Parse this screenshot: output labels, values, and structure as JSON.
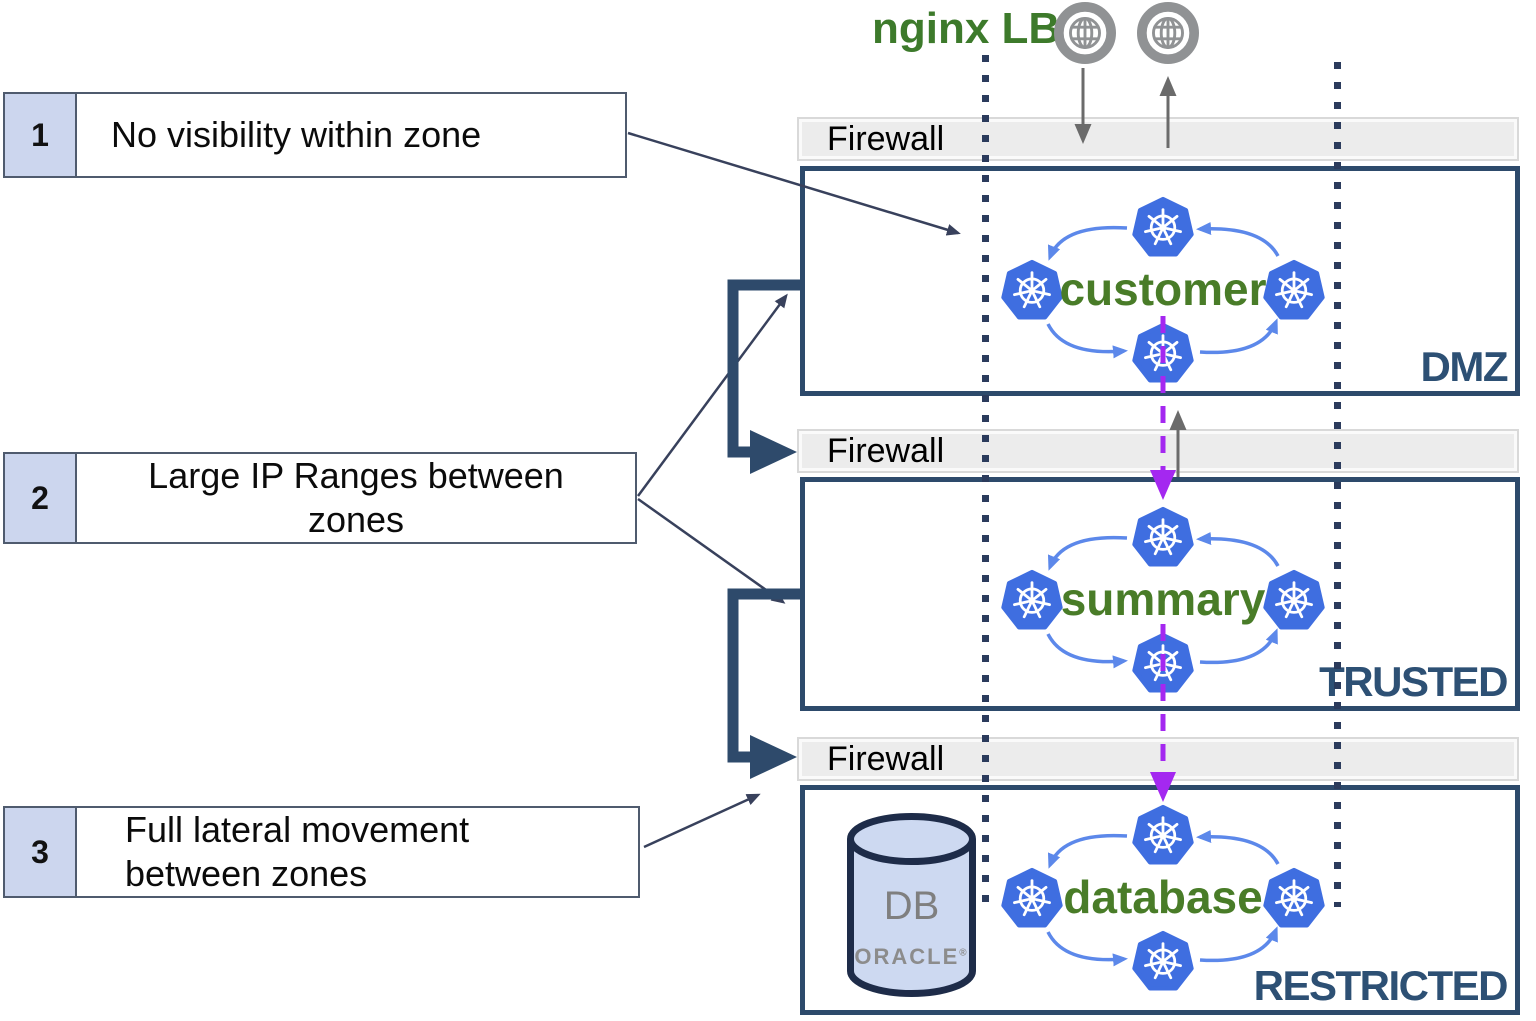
{
  "top": {
    "lb_label": "nginx LB",
    "internet_icons": [
      "globe-icon",
      "globe-icon"
    ]
  },
  "callouts": [
    {
      "number": "1",
      "text": "No visibility within zone"
    },
    {
      "number": "2",
      "text": "Large IP Ranges between zones"
    },
    {
      "number": "3",
      "text": "Full lateral movement between zones"
    }
  ],
  "zones": [
    {
      "firewall_label": "Firewall",
      "name": "DMZ",
      "cluster_label": "customer"
    },
    {
      "firewall_label": "Firewall",
      "name": "TRUSTED",
      "cluster_label": "summary"
    },
    {
      "firewall_label": "Firewall",
      "name": "RESTRICTED",
      "cluster_label": "database"
    }
  ],
  "database": {
    "label": "DB",
    "vendor": "ORACLE",
    "vendor_mark": "®"
  },
  "colors": {
    "zone_border": "#2d4a6b",
    "zone_label": "#2d5074",
    "firewall_bg": "#ececec",
    "cluster_green": "#497c28",
    "nginx_green": "#3d7a2b",
    "k8s_blue": "#3f6ee0",
    "cycle_arrow_blue": "#5c88ea",
    "purple_flow": "#a428f0",
    "gray_arrow": "#6b6b6b",
    "thin_arrow": "#38415c",
    "thick_elbow": "#2e4a6b",
    "callout_num_bg": "#ccd6ee",
    "callout_border": "#4f5b6e",
    "dotted_line": "#2b3b5c",
    "db_fill": "#cdd9f1",
    "db_stroke": "#1e2c49"
  }
}
